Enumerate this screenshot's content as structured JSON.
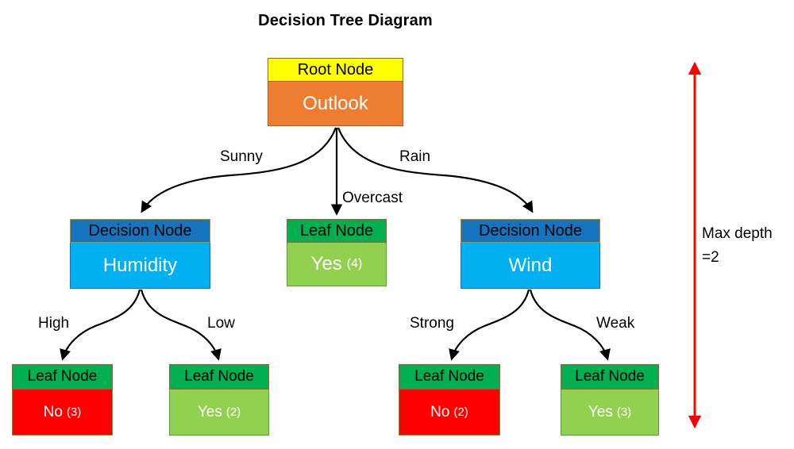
{
  "title": "Decision Tree Diagram",
  "nodes": {
    "root": {
      "type_label": "Root Node",
      "value": "Outlook"
    },
    "humidity": {
      "type_label": "Decision Node",
      "value": "Humidity"
    },
    "overcast_leaf": {
      "type_label": "Leaf Node",
      "value": "Yes",
      "count": "(4)"
    },
    "wind": {
      "type_label": "Decision Node",
      "value": "Wind"
    },
    "high_leaf": {
      "type_label": "Leaf Node",
      "value": "No",
      "count": "(3)"
    },
    "low_leaf": {
      "type_label": "Leaf Node",
      "value": "Yes",
      "count": "(2)"
    },
    "strong_leaf": {
      "type_label": "Leaf Node",
      "value": "No",
      "count": "(2)"
    },
    "weak_leaf": {
      "type_label": "Leaf Node",
      "value": "Yes",
      "count": "(3)"
    }
  },
  "edge_labels": {
    "sunny": "Sunny",
    "overcast": "Overcast",
    "rain": "Rain",
    "high": "High",
    "low": "Low",
    "strong": "Strong",
    "weak": "Weak"
  },
  "annotation": {
    "line1": "Max depth",
    "line2": "=2"
  },
  "colors": {
    "yellow": "#FFFF00",
    "orange_fill": "#ED7D31",
    "orange_border": "#C55A11",
    "blue_header": "#1574BD",
    "gold_border": "#BF9000",
    "blue_body": "#00B0F0",
    "blue_body_border": "#1F6FC0",
    "green_header": "#00B050",
    "leaf_header_border": "#C0512F",
    "green_body": "#92D050",
    "red_body": "#FF0000",
    "leaf_body_border": "#4EA72E",
    "arrow_black": "#000000",
    "depth_arrow": "#FF0000"
  }
}
